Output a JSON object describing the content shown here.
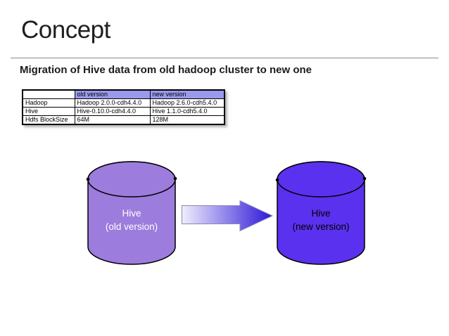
{
  "slide": {
    "title": "Concept",
    "subtitle": "Migration of Hive data from old hadoop cluster to new one"
  },
  "table": {
    "header": [
      "",
      "old version",
      "new version"
    ],
    "rows": [
      [
        "Hadoop",
        "Hadoop 2.0.0-cdh4.4.0",
        "Hadoop 2.6.0-cdh5.4.0"
      ],
      [
        "Hive",
        "Hive-0.10.0-cdh4.4.0",
        "Hive 1.1.0-cdh5.4.0"
      ],
      [
        "Hdfs BlockSize",
        "64M",
        "128M"
      ]
    ],
    "header_bg": "#9999ee"
  },
  "diagram": {
    "old_cylinder": {
      "line1": "Hive",
      "line2": "(old version)",
      "fill": "#9c7cdc",
      "text_color": "#ffffff"
    },
    "new_cylinder": {
      "line1": "Hive",
      "line2": "(new version)",
      "fill": "#5a31ee",
      "text_color": "#000000"
    },
    "arrow": {
      "gradient_from": "#efeefc",
      "gradient_to": "#2e17d8"
    }
  }
}
